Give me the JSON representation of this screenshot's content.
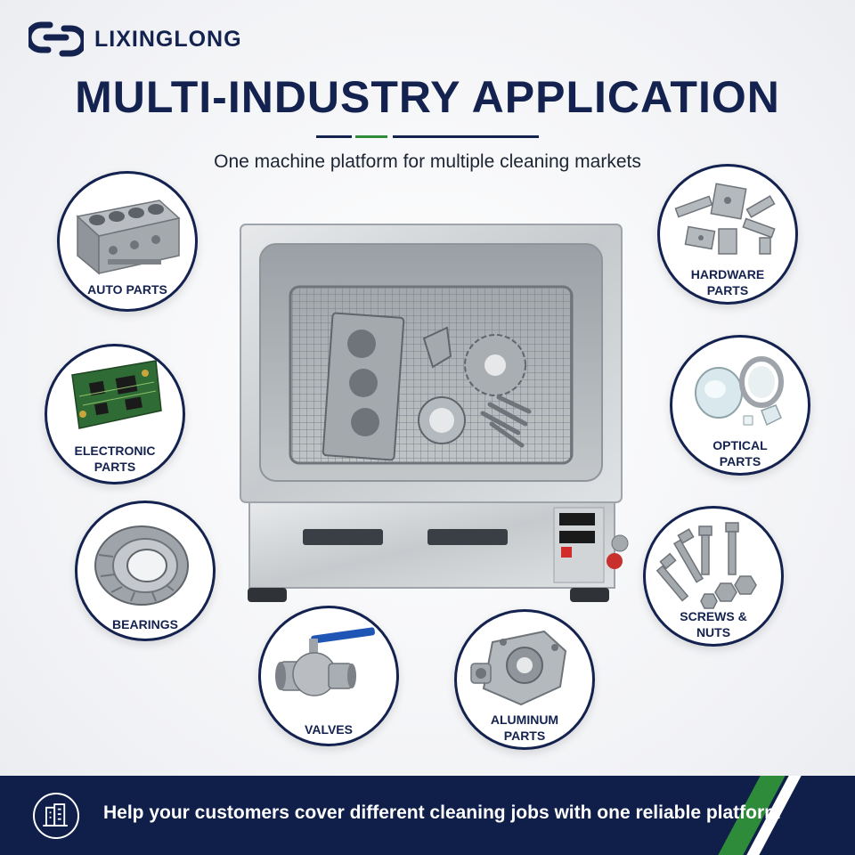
{
  "brand": {
    "name": "LIXINGLONG",
    "color": "#14224f",
    "accent_green": "#2e8b3a"
  },
  "header": {
    "title": "MULTI-INDUSTRY APPLICATION",
    "subtitle": "One machine platform for multiple cleaning markets"
  },
  "applications": [
    {
      "label": "AUTO PARTS",
      "icon": "engine-block"
    },
    {
      "label": "ELECTRONIC PARTS",
      "line1": "ELECTRONIC",
      "line2": "PARTS",
      "icon": "circuit-board"
    },
    {
      "label": "BEARINGS",
      "icon": "tapered-bearing"
    },
    {
      "label": "VALVES",
      "icon": "ball-valve"
    },
    {
      "label": "ALUMINUM PARTS",
      "line1": "ALUMINUM",
      "line2": "PARTS",
      "icon": "aluminum-housing"
    },
    {
      "label": "SCREWS & NUTS",
      "line1": "SCREWS &",
      "line2": "NUTS",
      "icon": "screws-nuts"
    },
    {
      "label": "OPTICAL PARTS",
      "line1": "OPTICAL",
      "line2": "PARTS",
      "icon": "optical-lenses"
    },
    {
      "label": "HARDWARE PARTS",
      "line1": "HARDWARE",
      "line2": "PARTS",
      "icon": "metal-brackets"
    }
  ],
  "machine": {
    "product": "ultrasonic-cleaning-tank"
  },
  "footer": {
    "text": "Help your customers cover different cleaning jobs with one reliable platform",
    "icon": "city-buildings-icon",
    "background": "#0f1f4a"
  }
}
